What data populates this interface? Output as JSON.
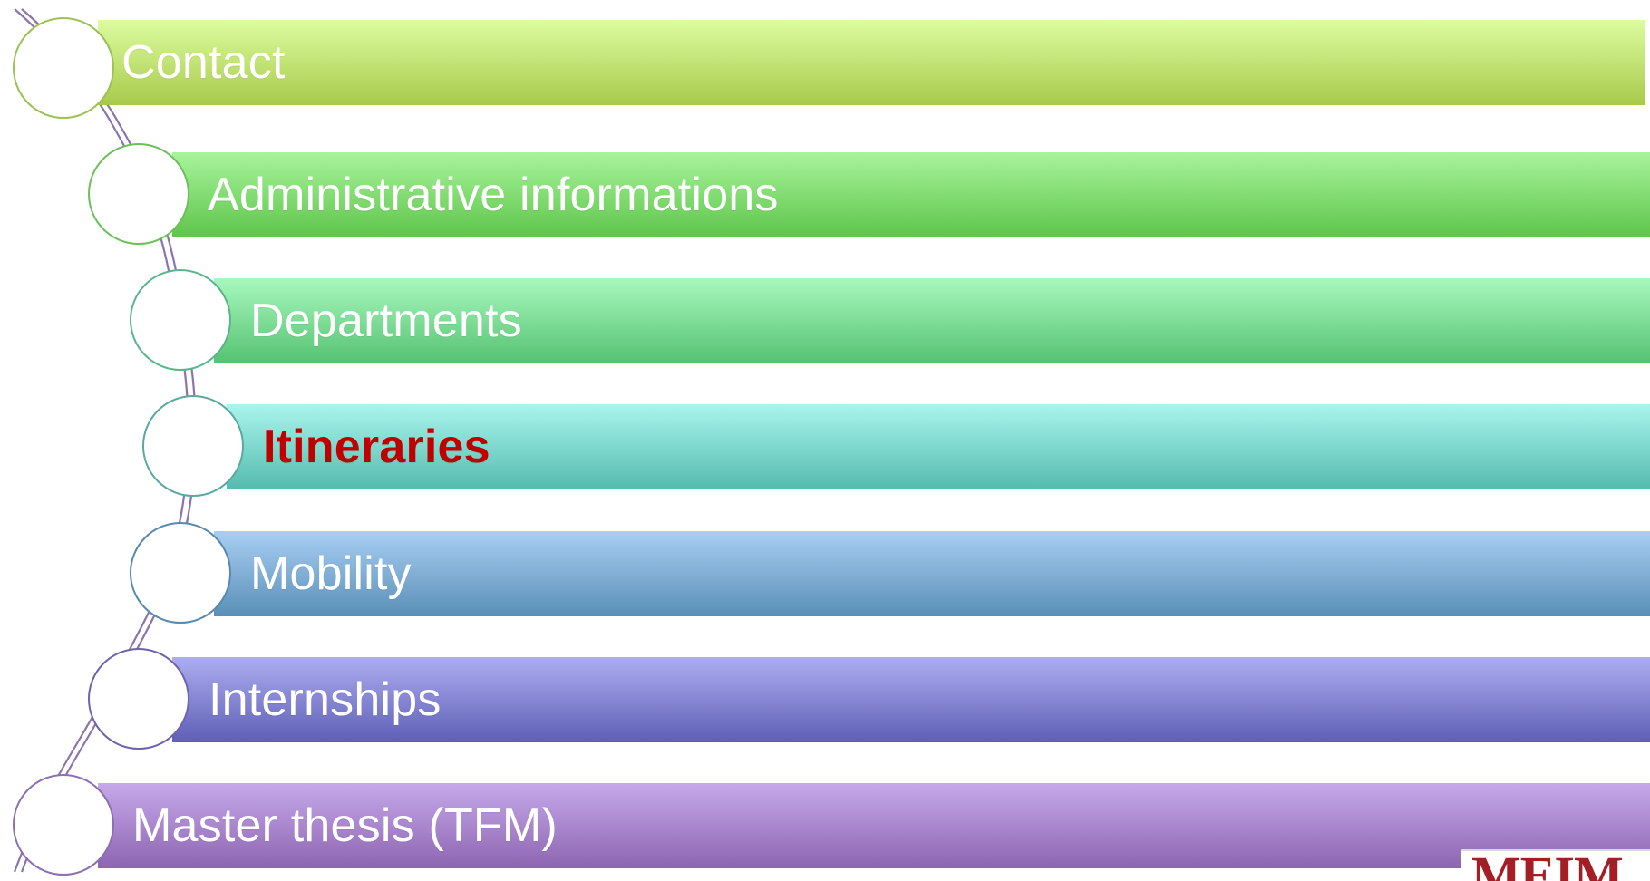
{
  "menu": {
    "items": [
      {
        "label": "Contact",
        "active": false,
        "colors": {
          "top": "#dcfca0",
          "bottom": "#a8ca4a",
          "ring": "#9bc252"
        }
      },
      {
        "label": "Administrative informations",
        "active": false,
        "colors": {
          "top": "#a8f49b",
          "bottom": "#5ec54a",
          "ring": "#6bc05a"
        }
      },
      {
        "label": "Departments",
        "active": false,
        "colors": {
          "top": "#a8f8be",
          "bottom": "#55c271",
          "ring": "#59b68c"
        }
      },
      {
        "label": "Itineraries",
        "active": true,
        "colors": {
          "top": "#a9f5ec",
          "bottom": "#55bbaf",
          "ring": "#5aa9a0",
          "text": "#c00000"
        }
      },
      {
        "label": "Mobility",
        "active": false,
        "colors": {
          "top": "#a9cef4",
          "bottom": "#5a8fb6",
          "ring": "#5788b0"
        }
      },
      {
        "label": "Internships",
        "active": false,
        "colors": {
          "top": "#adadf0",
          "bottom": "#5e5fb6",
          "ring": "#6d63b0"
        }
      },
      {
        "label": "Master thesis (TFM)",
        "active": false,
        "colors": {
          "top": "#c6a9ea",
          "bottom": "#8d65b1",
          "ring": "#8c6fb1"
        }
      }
    ]
  },
  "logo": {
    "text": "MEIM",
    "color": "#a51d25"
  },
  "connector": {
    "color": "#8b73ad"
  }
}
